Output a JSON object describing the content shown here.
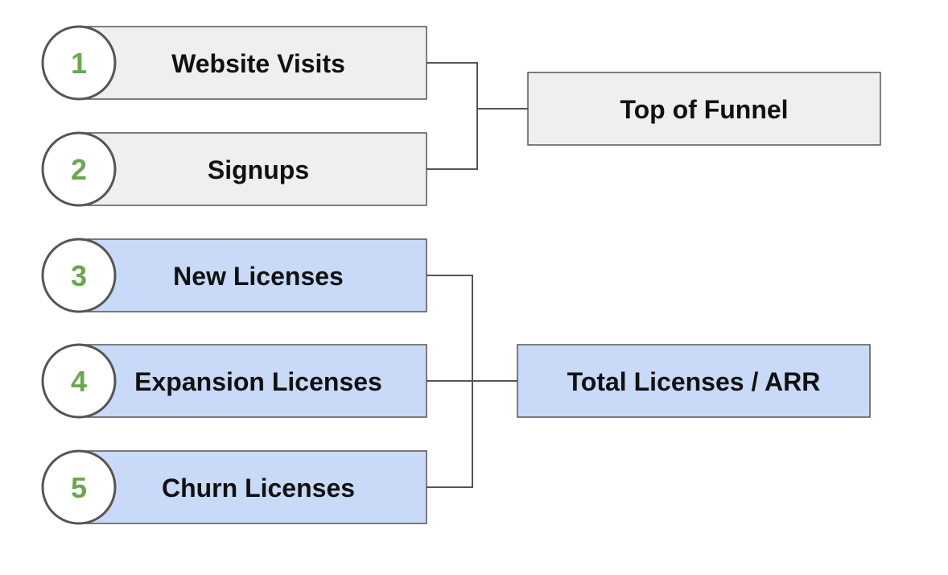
{
  "colors": {
    "gray_fill": "#efefef",
    "blue_fill": "#c9daf8",
    "number_color": "#6aa84f",
    "border": "#555555"
  },
  "steps": [
    {
      "number": "1",
      "label": "Website Visits",
      "group": "gray"
    },
    {
      "number": "2",
      "label": "Signups",
      "group": "gray"
    },
    {
      "number": "3",
      "label": "New Licenses",
      "group": "blue"
    },
    {
      "number": "4",
      "label": "Expansion Licenses",
      "group": "blue"
    },
    {
      "number": "5",
      "label": "Churn Licenses",
      "group": "blue"
    }
  ],
  "summaries": [
    {
      "label": "Top of Funnel",
      "group": "gray",
      "inputs": [
        "1",
        "2"
      ]
    },
    {
      "label": "Total Licenses / ARR",
      "group": "blue",
      "inputs": [
        "3",
        "4",
        "5"
      ]
    }
  ]
}
